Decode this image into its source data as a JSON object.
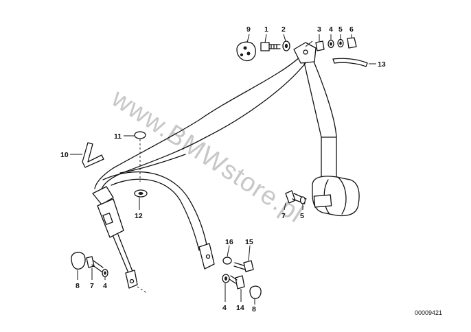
{
  "watermark": "www.BMWstore.pl",
  "drawing_number": "00009421",
  "callouts": {
    "c1": "1",
    "c2": "2",
    "c3": "3",
    "c4a": "4",
    "c5a": "5",
    "c6": "6",
    "c9": "9",
    "c13": "13",
    "c11": "11",
    "c10": "10",
    "c12": "12",
    "c7a": "7",
    "c5b": "5",
    "c16": "16",
    "c15": "15",
    "c8a": "8",
    "c7b": "7",
    "c4b": "4",
    "c4c": "4",
    "c14": "14",
    "c8b": "8"
  }
}
